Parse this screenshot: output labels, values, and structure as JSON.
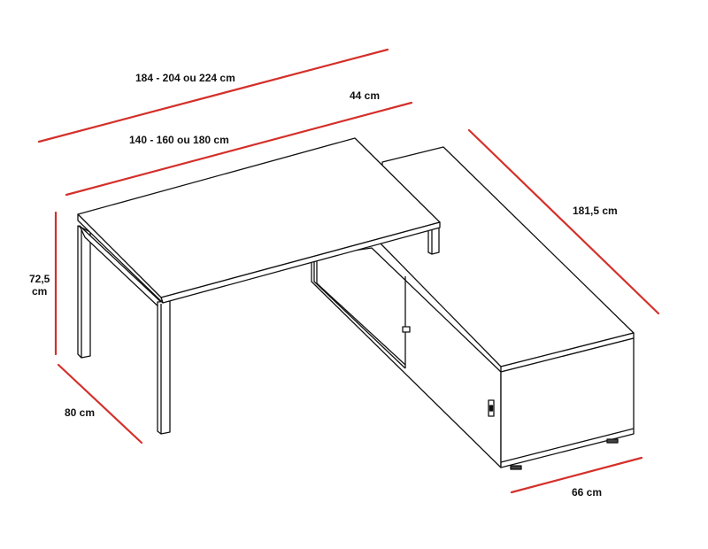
{
  "diagram": {
    "subject": "L-shaped desk with side storage cabinet",
    "dimension_color": "#d4302a",
    "line_color": "#111111",
    "labels": {
      "total_length": "184 - 204 ou 224 cm",
      "desk_length": "140 - 160 ou 180 cm",
      "cabinet_offset": "44 cm",
      "cabinet_length": "181,5 cm",
      "height_line1": "72,5",
      "height_line2": "cm",
      "desk_depth": "80 cm",
      "cabinet_depth": "66 cm"
    }
  }
}
